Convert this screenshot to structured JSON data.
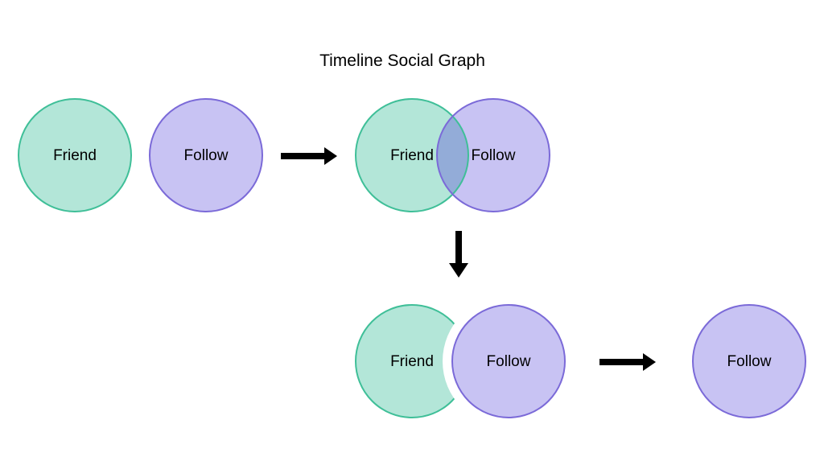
{
  "title": "Timeline Social Graph",
  "labels": {
    "friend": "Friend",
    "follow": "Follow"
  },
  "colors": {
    "friend_fill": "#b3e6d8",
    "friend_stroke": "#3fbf98",
    "follow_fill": "#c8c3f3",
    "follow_stroke": "#7b6ad8",
    "overlap_fill": "#93acd8",
    "arrow": "#000000",
    "background": "#ffffff"
  }
}
